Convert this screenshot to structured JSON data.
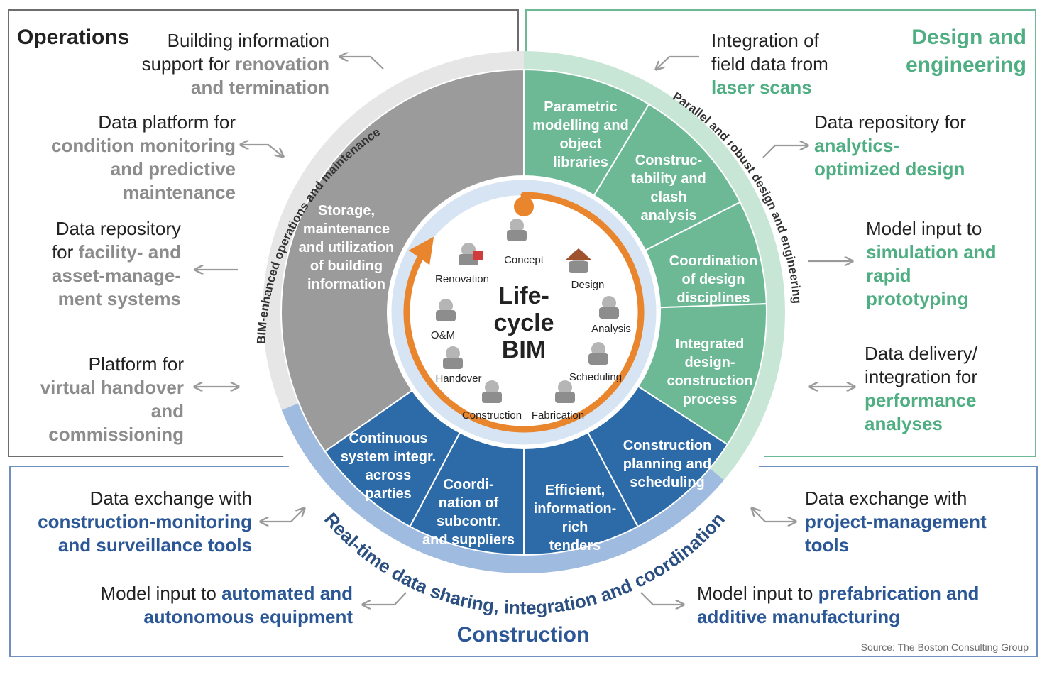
{
  "colors": {
    "operations": "#9a9b9a",
    "operations_light": "#e6e6e6",
    "design": "#6db996",
    "design_light": "#c8e6d6",
    "design_text": "#4fae82",
    "construction": "#2d6aa8",
    "construction_light": "#9fbbe0",
    "construction_text": "#2b5797",
    "orange": "#e9852c",
    "gray_text": "#8c8c8c",
    "dark_text": "#222222"
  },
  "frames": {
    "operations": "Operations",
    "design": "Design and engineering",
    "construction": "Construction"
  },
  "center": {
    "title_lines": [
      "Life-",
      "cycle",
      "BIM"
    ],
    "phases": [
      {
        "label": "Concept",
        "icon": "concept-icon"
      },
      {
        "label": "Design",
        "icon": "house-icon"
      },
      {
        "label": "Analysis",
        "icon": "analysis-icon"
      },
      {
        "label": "Scheduling",
        "icon": "scheduling-icon"
      },
      {
        "label": "Fabrication",
        "icon": "fabrication-icon"
      },
      {
        "label": "Construction",
        "icon": "construction-icon"
      },
      {
        "label": "Handover",
        "icon": "handover-icon"
      },
      {
        "label": "O&M",
        "icon": "maintenance-icon"
      },
      {
        "label": "Renovation",
        "icon": "renovation-icon"
      }
    ]
  },
  "ring_labels": {
    "operations": "BIM-enhanced operations and maintenance",
    "design": "Parallel and robust design and engineering",
    "construction": "Real-time data sharing, integration and coordination"
  },
  "segments": {
    "operations": [
      "Storage,",
      "maintenance",
      "and utilization",
      "of building",
      "information"
    ],
    "design": [
      [
        "Parametric",
        "modelling and",
        "object",
        "libraries"
      ],
      [
        "Construc-",
        "tability and",
        "clash",
        "analysis"
      ],
      [
        "Coordination",
        "of design",
        "disciplines"
      ],
      [
        "Integrated",
        "design-",
        "construction",
        "process"
      ]
    ],
    "construction": [
      [
        "Construction",
        "planning and",
        "scheduling"
      ],
      [
        "Efficient,",
        "information-",
        "rich",
        "tenders"
      ],
      [
        "Coordi-",
        "nation of",
        "subcontr.",
        "and suppliers"
      ],
      [
        "Continuous",
        "system integr.",
        "across",
        "parties"
      ]
    ]
  },
  "operations_items": [
    {
      "plain_lines": [
        "Building information",
        "support for "
      ],
      "highlight_lines": [
        "renovation",
        "and termination"
      ]
    },
    {
      "plain_lines": [
        "Data platform for"
      ],
      "highlight_lines": [
        "condition monitoring",
        "and predictive",
        "maintenance"
      ]
    },
    {
      "plain_lines": [
        "Data repository",
        "for "
      ],
      "highlight_lines": [
        "facility- and",
        "asset-manage-",
        "ment systems"
      ]
    },
    {
      "plain_lines": [
        "Platform for"
      ],
      "highlight_lines": [
        "virtual handover",
        "and",
        "commissioning"
      ]
    }
  ],
  "design_items": [
    {
      "plain_lines": [
        "Integration of",
        "field data from"
      ],
      "highlight_lines": [
        "laser scans"
      ]
    },
    {
      "plain_lines": [
        "Data repository for"
      ],
      "highlight_lines": [
        "analytics-",
        "optimized design"
      ]
    },
    {
      "plain_lines": [
        "Model input to"
      ],
      "highlight_lines": [
        "simulation and",
        "rapid",
        "prototyping"
      ]
    },
    {
      "plain_lines": [
        "Data delivery/",
        "integration for"
      ],
      "highlight_lines": [
        "performance",
        "analyses"
      ]
    }
  ],
  "construction_items": [
    {
      "plain_lines": [
        "Data exchange with"
      ],
      "highlight_lines": [
        "construction-monitoring",
        "and surveillance tools"
      ]
    },
    {
      "plain_lines": [
        "Model input to "
      ],
      "highlight_lines": [
        "automated and",
        "autonomous equipment"
      ]
    },
    {
      "plain_lines": [
        "Data exchange with"
      ],
      "highlight_lines": [
        "project-management",
        "tools"
      ]
    },
    {
      "plain_lines": [
        "Model input to "
      ],
      "highlight_lines": [
        "prefabrication and",
        "additive manufacturing"
      ]
    }
  ],
  "source": "Source: The Boston Consulting Group"
}
